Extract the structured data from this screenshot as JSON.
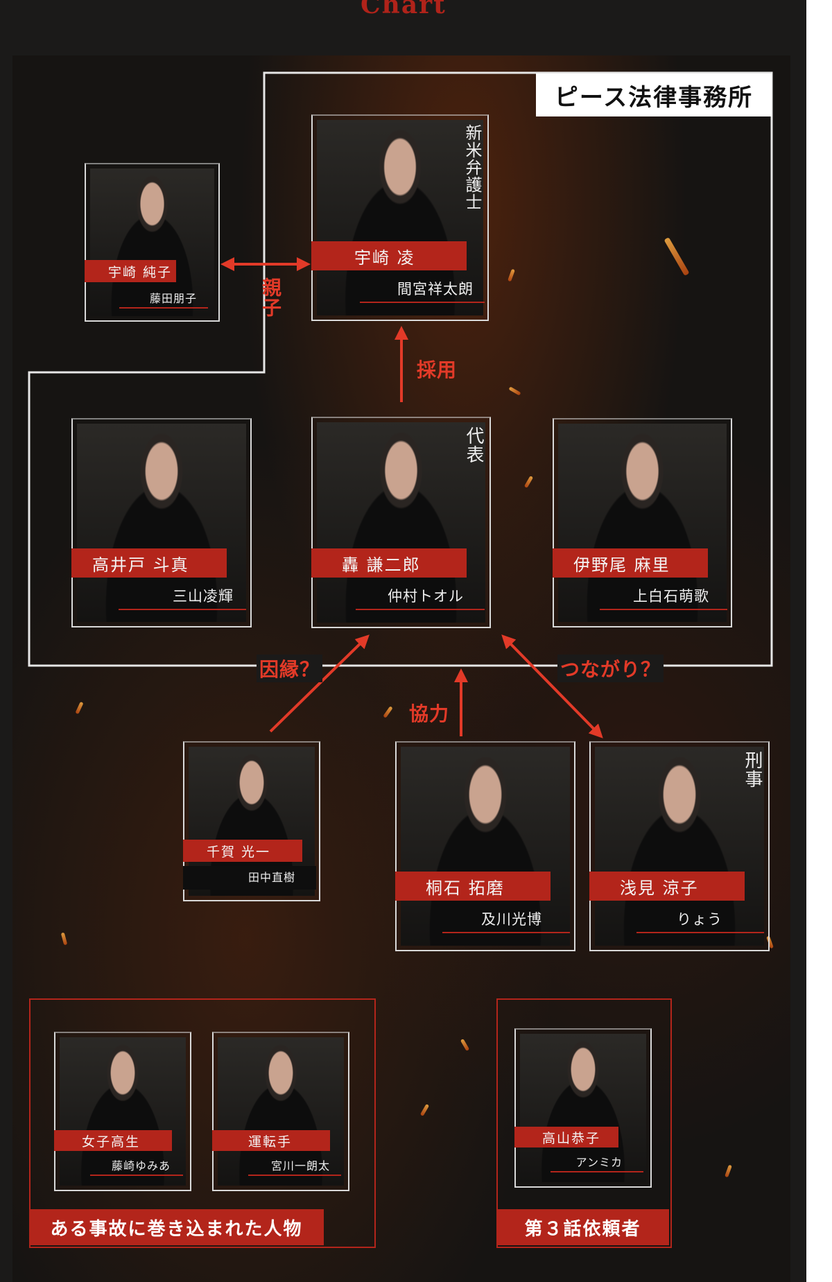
{
  "header": {
    "title": "Chart"
  },
  "firm": {
    "label": "ピース法律事務所"
  },
  "colors": {
    "accent": "#b3251b",
    "relation": "#e23a28",
    "background": "#161412",
    "frame": "#d9d9d9"
  },
  "characters": {
    "uzaki_junko": {
      "role": "",
      "name": "宇崎 純子",
      "actor": "藤田朋子"
    },
    "uzaki_ryo": {
      "role": "新米弁護士",
      "name": "宇崎 凌",
      "actor": "間宮祥太朗"
    },
    "takaido": {
      "role": "",
      "name": "高井戸 斗真",
      "actor": "三山凌輝"
    },
    "todoroki": {
      "role": "代表",
      "name": "轟 謙二郎",
      "actor": "仲村トオル"
    },
    "inoo": {
      "role": "",
      "name": "伊野尾 麻里",
      "actor": "上白石萌歌"
    },
    "chiga": {
      "role": "",
      "name": "千賀 光一",
      "actor": "田中直樹"
    },
    "kiriishi": {
      "role": "",
      "name": "桐石 拓磨",
      "actor": "及川光博"
    },
    "asami": {
      "role": "刑事",
      "name": "浅見 涼子",
      "actor": "りょう"
    },
    "joshi": {
      "role": "",
      "name": "女子高生",
      "actor": "藤崎ゆみあ"
    },
    "untenshu": {
      "role": "",
      "name": "運転手",
      "actor": "宮川一朗太"
    },
    "takayama": {
      "role": "",
      "name": "高山恭子",
      "actor": "アンミカ"
    }
  },
  "relations": {
    "parent_child": "親子",
    "hired": "採用",
    "karma": "因縁？",
    "cooperation": "協力",
    "connection": "つながり？"
  },
  "groups": {
    "accident": "ある事故に巻き込まれた人物",
    "client": "第３話依頼者"
  }
}
